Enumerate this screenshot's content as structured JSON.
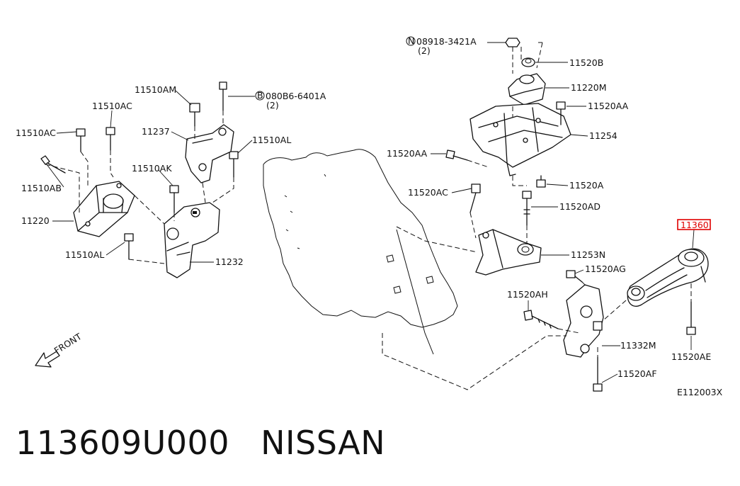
{
  "diagram": {
    "ref_code": "E112003X",
    "front_label": "FRONT",
    "callouts": {
      "c11510AM": "11510AM",
      "c08086": "080B6-6401A",
      "c08086_qty": "(2)",
      "c08086_sym": "B",
      "c11510AC_top": "11510AC",
      "c11510AC_left": "11510AC",
      "c11237": "11237",
      "c11510AL_top": "11510AL",
      "c11510AK": "11510AK",
      "c11510AB": "11510AB",
      "c11220": "11220",
      "c11510AL_bot": "11510AL",
      "c11232": "11232",
      "c08918": "08918-3421A",
      "c08918_qty": "(2)",
      "c08918_sym": "N",
      "c11520B": "11520B",
      "c11220M": "11220M",
      "c11520AA_r": "11520AA",
      "c11254": "11254",
      "c11520AA_l": "11520AA",
      "c11520A": "11520A",
      "c11520AC": "11520AC",
      "c11520AD": "11520AD",
      "c11253N": "11253N",
      "c11520AG": "11520AG",
      "c11360": "11360",
      "c11520AH": "11520AH",
      "c11332M": "11332M",
      "c11520AE": "11520AE",
      "c11520AF": "11520AF"
    },
    "highlight_color": "#e00000"
  },
  "footer": {
    "part_number": "113609U000",
    "brand": "NISSAN"
  }
}
